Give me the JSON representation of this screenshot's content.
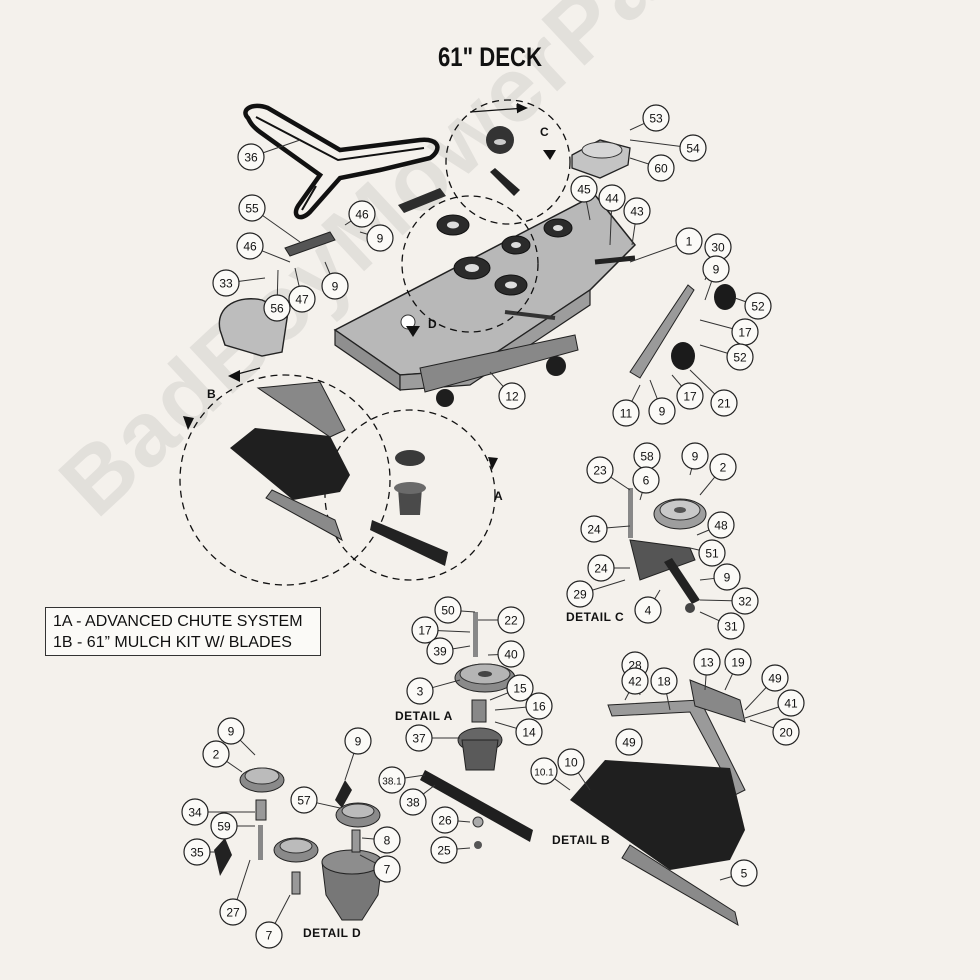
{
  "title": "61\" DECK",
  "watermark": "BadBoyMowerParts.com",
  "kits": {
    "line1": "1A - ADVANCED CHUTE SYSTEM",
    "line2": "1B - 61” MULCH KIT W/ BLADES"
  },
  "details": {
    "a": "DETAIL A",
    "b": "DETAIL B",
    "c": "DETAIL C",
    "d": "DETAIL D"
  },
  "view_letters": {
    "a": "A",
    "b": "B",
    "c": "C",
    "d": "D"
  },
  "callouts": [
    "36",
    "53",
    "54",
    "60",
    "45",
    "44",
    "43",
    "55",
    "46",
    "9",
    "46",
    "33",
    "9",
    "56",
    "47",
    "1",
    "30",
    "9",
    "52",
    "17",
    "52",
    "21",
    "17",
    "9",
    "11",
    "12",
    "23",
    "58",
    "9",
    "2",
    "6",
    "24",
    "48",
    "51",
    "24",
    "29",
    "9",
    "4",
    "32",
    "31",
    "50",
    "22",
    "17",
    "39",
    "40",
    "3",
    "15",
    "16",
    "14",
    "37",
    "38.1",
    "38",
    "26",
    "25",
    "28",
    "13",
    "19",
    "42",
    "18",
    "49",
    "41",
    "20",
    "49",
    "10.1",
    "10",
    "5",
    "9",
    "2",
    "34",
    "59",
    "35",
    "27",
    "7",
    "9",
    "57",
    "8",
    "7"
  ],
  "colors": {
    "background": "#f4f1ec",
    "deck": "#b9b9b9",
    "dark_part": "#2a2a2a",
    "line": "#222222"
  }
}
